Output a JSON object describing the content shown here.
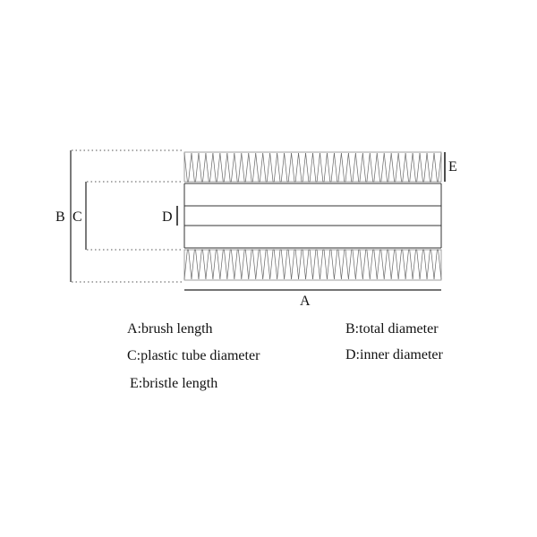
{
  "dimension_labels": {
    "a": "A",
    "b": "B",
    "c": "C",
    "d": "D",
    "e": "E"
  },
  "legend": {
    "a": "A:brush length",
    "b": "B:total diameter",
    "c": "C:plastic tube diameter",
    "d": "D:inner diameter",
    "e": "E:bristle length"
  },
  "bristle_count": 36
}
